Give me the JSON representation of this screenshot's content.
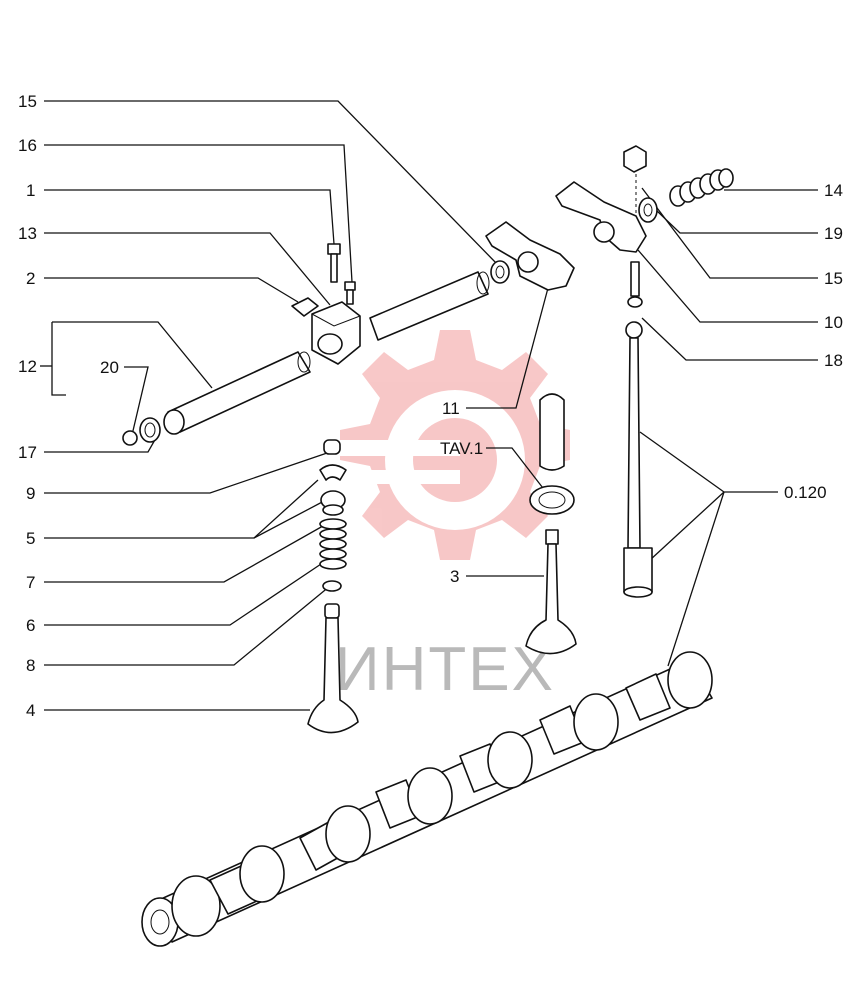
{
  "watermark": {
    "text": "ИНТЕХ",
    "color": "#f29a9a"
  },
  "labels": {
    "l15a": "15",
    "l16": "16",
    "l1": "1",
    "l13": "13",
    "l2": "2",
    "l12": "12",
    "l20": "20",
    "l17": "17",
    "l9": "9",
    "l5": "5",
    "l7": "7",
    "l6": "6",
    "l8": "8",
    "l4": "4",
    "l11": "11",
    "ltav": "TAV.1",
    "l3": "3",
    "l14": "14",
    "l19": "19",
    "l15b": "15",
    "l10": "10",
    "l18": "18",
    "lref": "0.120"
  }
}
